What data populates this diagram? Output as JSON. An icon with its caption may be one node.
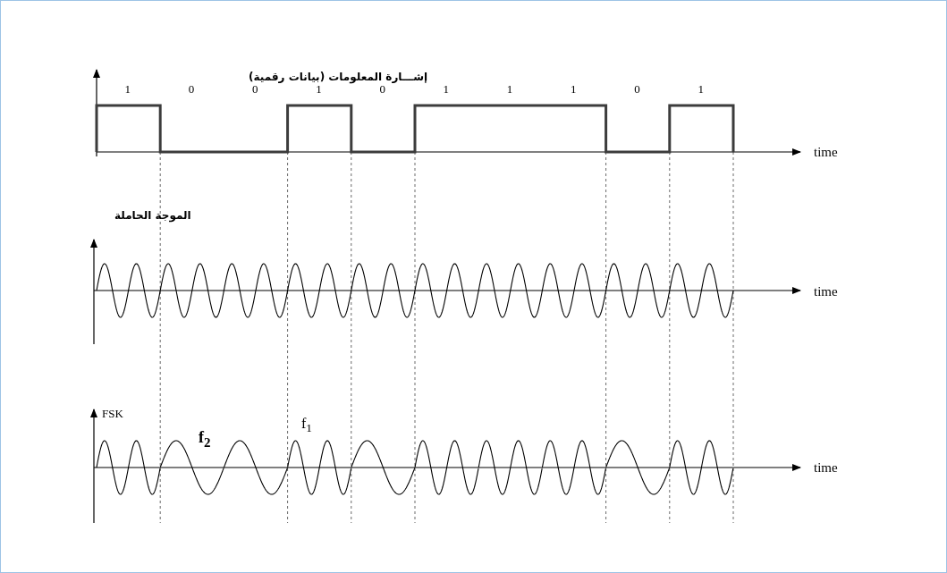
{
  "diagram": {
    "labels": [
      "إشـــارة المعلومات (بيانات رقمية)",
      "1",
      "0",
      "0",
      "1",
      "0",
      "1",
      "1",
      "1",
      "0",
      "1",
      "time",
      "الموجة الحاملة",
      "time",
      "FSK",
      "f$_{2}$",
      "f$_{1}$",
      "time"
    ]
  }
}
